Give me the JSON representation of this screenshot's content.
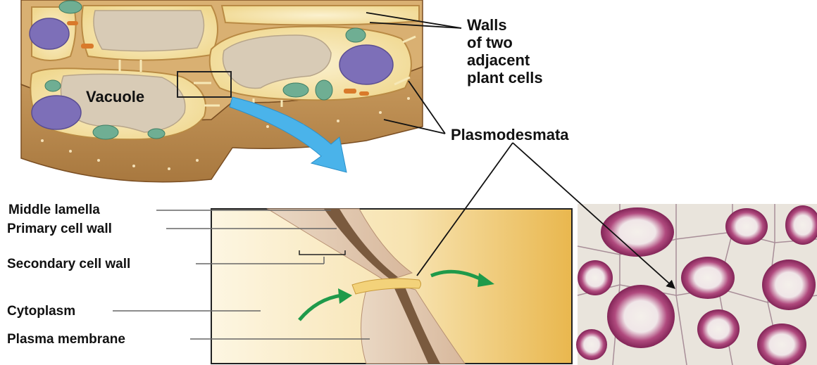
{
  "labels": {
    "walls_line1": "Walls",
    "walls_line2": "of two",
    "walls_line3": "adjacent",
    "walls_line4": "plant cells",
    "vacuole": "Vacuole",
    "plasmodesmata": "Plasmodesmata",
    "middle_lamella": "Middle lamella",
    "primary_cell_wall": "Primary cell wall",
    "secondary_cell_wall": "Secondary cell wall",
    "cytoplasm": "Cytoplasm",
    "plasma_membrane": "Plasma membrane"
  },
  "colors": {
    "cell_wall_tan": "#c79a5c",
    "cell_wall_dark": "#8c5a2b",
    "cytoplasm_cream": "#f6e8b6",
    "vacuole_gray": "#d9ccb8",
    "nucleus_purple": "#7d6fb8",
    "chloroplast_green": "#6fae93",
    "mitochondria_orange": "#d97a2b",
    "arrow_blue": "#4ab3ea",
    "arrow_green": "#1f9a4a",
    "micrograph_magenta": "#8a1d5a",
    "micrograph_light": "#e9e4dc"
  },
  "icons": {
    "zoom_arrow": "curved-arrow-icon",
    "flow_arrows": "green-curved-arrow-icon"
  }
}
